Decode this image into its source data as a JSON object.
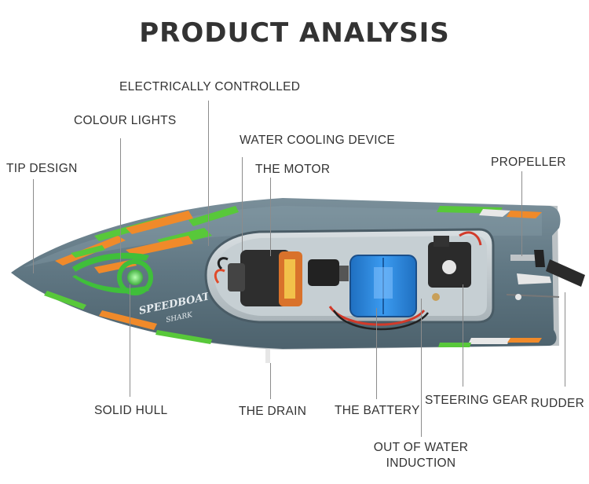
{
  "title": "PRODUCT ANALYSIS",
  "boat": {
    "brand_text_1": "SPEEDBOAT",
    "brand_text_2": "SHARK",
    "hull_color": "#5f7682",
    "accent_orange": "#f08a2a",
    "accent_green": "#58c83a",
    "battery_color": "#2f8de0"
  },
  "labels": {
    "electrically_controlled": "ELECTRICALLY CONTROLLED",
    "colour_lights": "COLOUR LIGHTS",
    "water_cooling_device": "WATER COOLING DEVICE",
    "the_motor": "THE MOTOR",
    "tip_design": "TIP DESIGN",
    "propeller": "PROPELLER",
    "solid_hull": "SOLID HULL",
    "the_drain": "THE DRAIN",
    "the_battery": "THE BATTERY",
    "steering_gear": "STEERING GEAR",
    "rudder": "RUDDER",
    "out_of_water_induction_1": "OUT OF WATER",
    "out_of_water_induction_2": "INDUCTION"
  }
}
